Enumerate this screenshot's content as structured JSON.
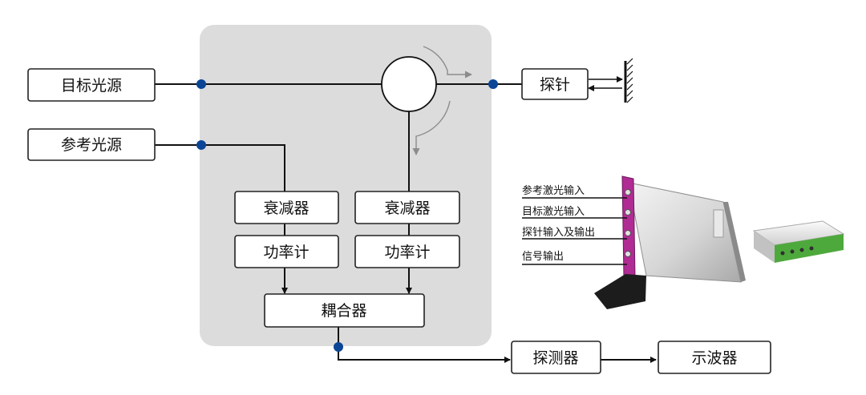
{
  "boxes": {
    "target_source": "目标光源",
    "reference_source": "参考光源",
    "attenuator_left": "衰减器",
    "attenuator_right": "衰减器",
    "power_meter_left": "功率计",
    "power_meter_right": "功率计",
    "coupler": "耦合器",
    "probe": "探针",
    "detector": "探测器",
    "oscilloscope": "示波器"
  },
  "device_ports": [
    "参考激光输入",
    "目标激光输入",
    "探针输入及输出",
    "信号输出"
  ],
  "colors": {
    "node": "#0a4596",
    "panel": "#dcdcdc",
    "card_frame": "#9b1f7e",
    "box_green": "#4ea93c"
  }
}
